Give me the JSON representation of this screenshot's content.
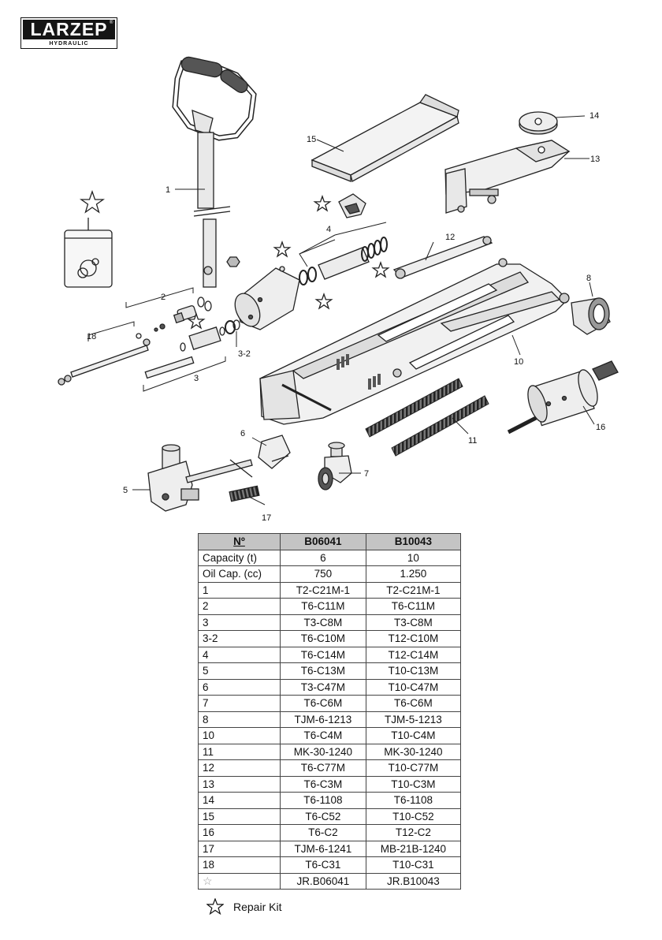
{
  "brand": {
    "name": "LARZEP",
    "sub": "HYDRAULIC",
    "reg": "®"
  },
  "callouts": {
    "c1": "1",
    "c2": "2",
    "c3": "3",
    "c32": "3-2",
    "c4": "4",
    "c5": "5",
    "c6": "6",
    "c7": "7",
    "c8": "8",
    "c10": "10",
    "c11": "11",
    "c12": "12",
    "c13": "13",
    "c14": "14",
    "c15": "15",
    "c16": "16",
    "c17": "17",
    "c18": "18"
  },
  "table": {
    "headers": [
      "Nº",
      "B06041",
      "B10043"
    ],
    "rows": [
      [
        "Capacity (t)",
        "6",
        "10"
      ],
      [
        "Oil Cap. (cc)",
        "750",
        "1.250"
      ],
      [
        "1",
        "T2-C21M-1",
        "T2-C21M-1"
      ],
      [
        "2",
        "T6-C11M",
        "T6-C11M"
      ],
      [
        "3",
        "T3-C8M",
        "T3-C8M"
      ],
      [
        "3-2",
        "T6-C10M",
        "T12-C10M"
      ],
      [
        "4",
        "T6-C14M",
        "T12-C14M"
      ],
      [
        "5",
        "T6-C13M",
        "T10-C13M"
      ],
      [
        "6",
        "T3-C47M",
        "T10-C47M"
      ],
      [
        "7",
        "T6-C6M",
        "T6-C6M"
      ],
      [
        "8",
        "TJM-6-1213",
        "TJM-5-1213"
      ],
      [
        "10",
        "T6-C4M",
        "T10-C4M"
      ],
      [
        "11",
        "MK-30-1240",
        "MK-30-1240"
      ],
      [
        "12",
        "T6-C77M",
        "T10-C77M"
      ],
      [
        "13",
        "T6-C3M",
        "T10-C3M"
      ],
      [
        "14",
        "T6-1108",
        "T6-1108"
      ],
      [
        "15",
        "T6-C52",
        "T10-C52"
      ],
      [
        "16",
        "T6-C2",
        "T12-C2"
      ],
      [
        "17",
        "TJM-6-1241",
        "MB-21B-1240"
      ],
      [
        "18",
        "T6-C31",
        "T10-C31"
      ],
      [
        "☆",
        "JR.B06041",
        "JR.B10043"
      ]
    ]
  },
  "legend": {
    "label": "Repair Kit",
    "icon": "star-outline-icon"
  }
}
